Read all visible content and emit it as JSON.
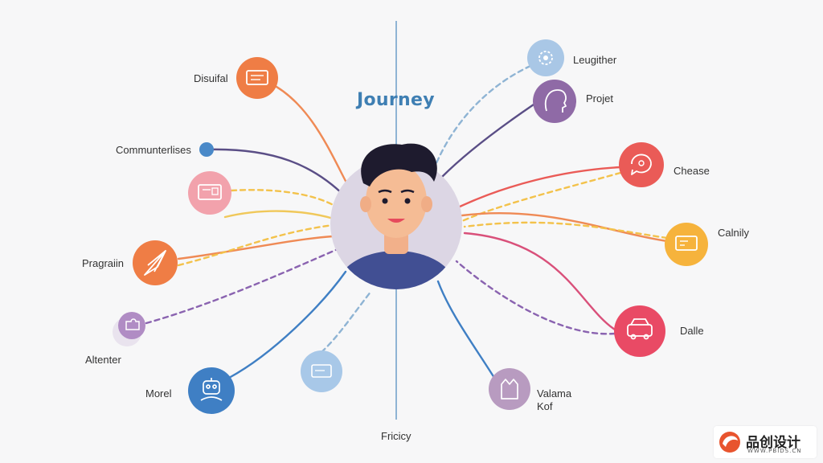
{
  "title": "Journey",
  "bottom_label": "Fricicy",
  "nodes": [
    {
      "id": "disuifal",
      "label": "Disuifal",
      "icon": "monitor-icon",
      "color": "#ef7d45"
    },
    {
      "id": "communterlises",
      "label": "Communterlises",
      "icon": "dot-icon",
      "color": "#4a89c8"
    },
    {
      "id": "pink-node",
      "label": "",
      "icon": "device-icon",
      "color": "#f2a2ac"
    },
    {
      "id": "pragraiin",
      "label": "Pragraiin",
      "icon": "compass-icon",
      "color": "#ef7d45"
    },
    {
      "id": "altenter",
      "label": "Altenter",
      "icon": "puzzle-icon",
      "color": "#b08cc4"
    },
    {
      "id": "morel",
      "label": "Morel",
      "icon": "robot-icon",
      "color": "#3f7fc4"
    },
    {
      "id": "light-blue-node",
      "label": "",
      "icon": "screen-icon",
      "color": "#a8c8e8"
    },
    {
      "id": "leugither",
      "label": "Leugither",
      "icon": "gear-icon",
      "color": "#a9c7e6"
    },
    {
      "id": "projet",
      "label": "Projet",
      "icon": "head-icon",
      "color": "#8f6aa6"
    },
    {
      "id": "chease",
      "label": "Chease",
      "icon": "chat-icon",
      "color": "#ea5b57"
    },
    {
      "id": "calnily",
      "label": "Calnily",
      "icon": "display-icon",
      "color": "#f6b33c"
    },
    {
      "id": "dalle",
      "label": "Dalle",
      "icon": "car-icon",
      "color": "#e94a65"
    },
    {
      "id": "valama-kof",
      "label": "Valama\nKof",
      "icon": "cat-icon",
      "color": "#b89bc0"
    }
  ],
  "watermark": {
    "text": "品创设计",
    "sub": "WWW.PBIDS.CN",
    "logo_color": "#e8542e"
  }
}
